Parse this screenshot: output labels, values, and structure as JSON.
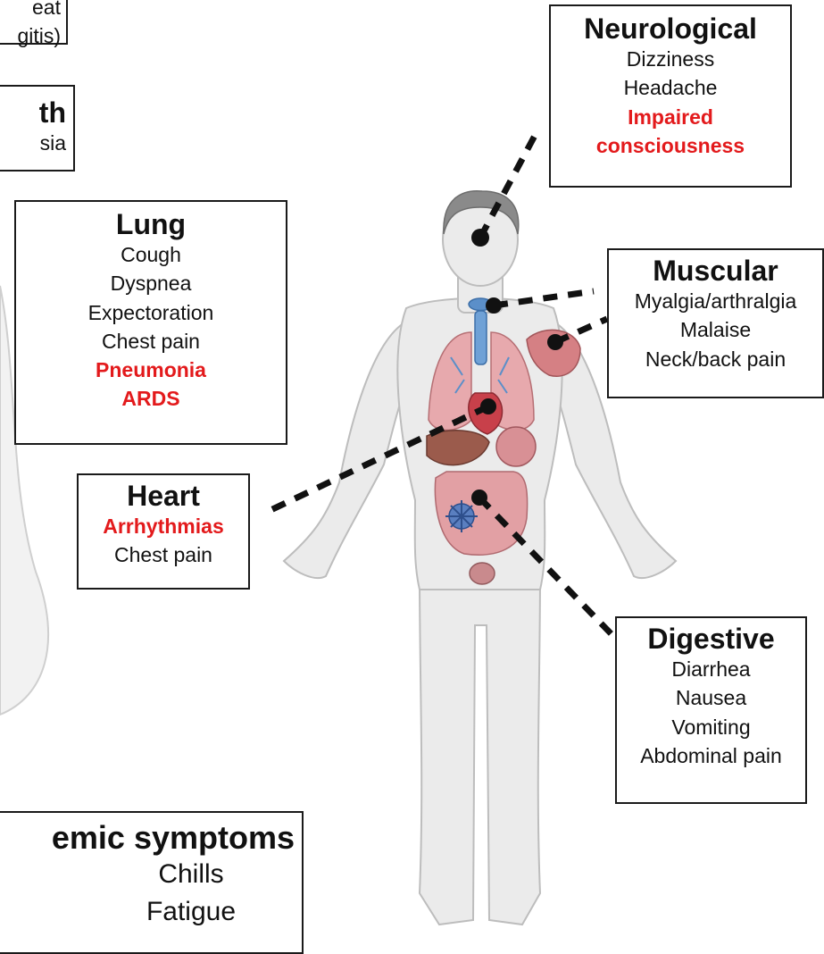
{
  "colors": {
    "severe": "#e31a1c",
    "box_border": "#1a1a1a",
    "leader": "#111111",
    "body_skin": "#ececec"
  },
  "boxes": {
    "throat_partial": {
      "title": "",
      "lines": [
        "eat",
        "gitis)"
      ]
    },
    "mouth_partial": {
      "title": "th",
      "lines": [
        "sia"
      ]
    },
    "neurological": {
      "title": "Neurological",
      "lines": [
        "Dizziness",
        "Headache"
      ],
      "severe": [
        "Impaired",
        "consciousness"
      ]
    },
    "lung": {
      "title": "Lung",
      "lines": [
        "Cough",
        "Dyspnea",
        "Expectoration",
        "Chest pain"
      ],
      "severe": [
        "Pneumonia",
        "ARDS"
      ]
    },
    "muscular": {
      "title": "Muscular",
      "lines": [
        "Myalgia/arthralgia",
        "Malaise",
        "Neck/back pain"
      ]
    },
    "heart": {
      "title": "Heart",
      "severe": [
        "Arrhythmias"
      ],
      "lines": [
        "Chest pain"
      ]
    },
    "digestive": {
      "title": "Digestive",
      "lines": [
        "Diarrhea",
        "Nausea",
        "Vomiting",
        "Abdominal pain"
      ]
    },
    "systemic_partial": {
      "title": "emic symptoms",
      "lines": [
        "Chills",
        "Fatigue"
      ]
    }
  }
}
